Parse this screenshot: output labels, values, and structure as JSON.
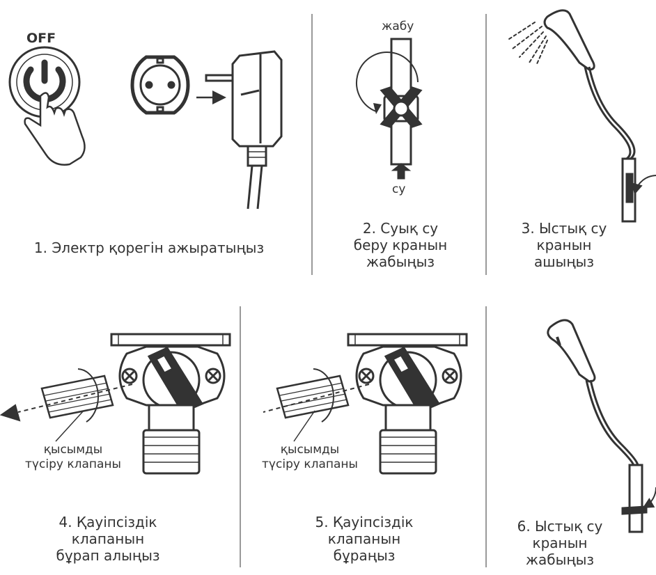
{
  "colors": {
    "ink": "#333333",
    "divider": "#999999",
    "background": "#ffffff"
  },
  "panel1": {
    "power_label": "OFF",
    "caption": "1. Электр қорегін ажыратыңыз"
  },
  "panel2": {
    "top_label": "жабу",
    "bottom_label": "су",
    "caption": [
      "2. Суық су",
      "беру кранын",
      "жабыңыз"
    ]
  },
  "panel3": {
    "caption": [
      "3. Ыстық су",
      "кранын",
      "ашыңыз"
    ]
  },
  "panel4": {
    "valve_label": [
      "қысымды",
      "түсіру клапаны"
    ],
    "caption": [
      "4. Қауіпсіздік",
      "клапанын",
      "бұрап алыңыз"
    ]
  },
  "panel5": {
    "valve_label": [
      "қысымды",
      "түсіру клапаны"
    ],
    "caption": [
      "5. Қауіпсіздік",
      "клапанын",
      "бұраңыз"
    ]
  },
  "panel6": {
    "caption": [
      "6. Ыстық су",
      "кранын",
      "жабыңыз"
    ]
  }
}
